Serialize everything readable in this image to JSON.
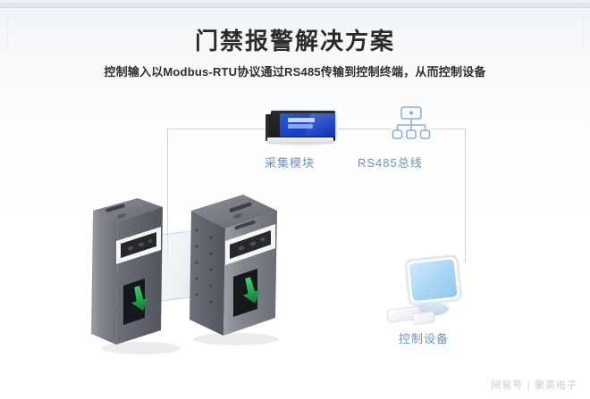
{
  "page": {
    "title": "门禁报警解决方案",
    "subtitle": "控制输入以Modbus-RTU协议通过RS485传输到控制终端，从而控制设备",
    "background": "#ffffff",
    "accent_color": "#6f93c4",
    "line_color": "#cfd6e0"
  },
  "diagram": {
    "nodes": [
      {
        "id": "gate",
        "name": "turnstile-gates",
        "label": "",
        "icon": "turnstile-icon",
        "color": "#6c6f74"
      },
      {
        "id": "module",
        "name": "acquisition-module",
        "label": "采集模块",
        "icon": "rtu-module-icon",
        "color": "#1d46c9"
      },
      {
        "id": "bus",
        "name": "rs485-bus",
        "label": "RS485总线",
        "icon": "network-bus-icon",
        "color": "#6f93c4"
      },
      {
        "id": "device",
        "name": "control-device",
        "label": "控制设备",
        "icon": "monitor-icon",
        "color": "#a9d4f2"
      }
    ],
    "connections": [
      {
        "from": "gate",
        "to": "module"
      },
      {
        "from": "module",
        "to": "bus"
      },
      {
        "from": "bus",
        "to": "device"
      }
    ]
  },
  "watermark": {
    "source": "网易号",
    "separator": "|",
    "account": "聚英电子"
  }
}
